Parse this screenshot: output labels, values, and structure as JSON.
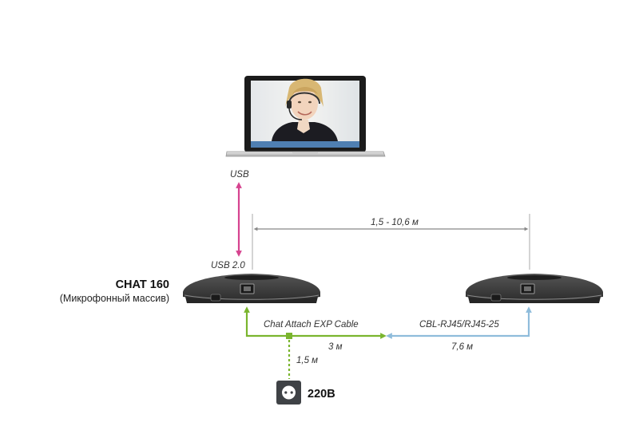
{
  "laptop": {
    "link_label": "USB",
    "link_color": "#d6438f"
  },
  "device_main": {
    "name": "CHAT 160",
    "description": "(Микрофонный массив)",
    "port_label": "USB 2.0"
  },
  "span": {
    "label": "1,5 - 10,6 м"
  },
  "cable_attach": {
    "name": "Chat Attach EXP Cable",
    "length": "3 м",
    "color": "#7ab52e"
  },
  "cable_rj45": {
    "name": "CBL-RJ45/RJ45-25",
    "length": "7,6 м",
    "color": "#8fbcdb"
  },
  "power": {
    "cable_length": "1,5 м",
    "label": "220В"
  }
}
